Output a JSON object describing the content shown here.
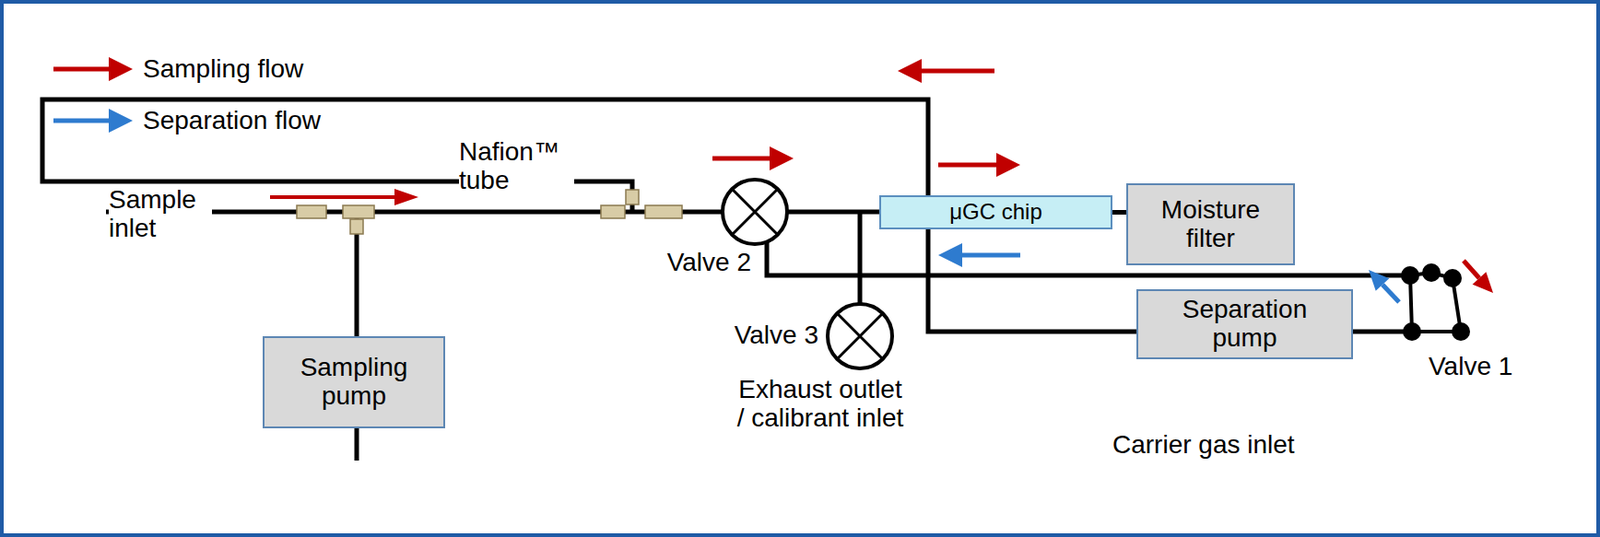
{
  "diagram": {
    "nodes": [
      {
        "text": [
          "μGC chip"
        ]
      },
      {
        "text": [
          "Moisture filter"
        ]
      },
      {
        "text": [
          "Separation pump"
        ]
      },
      {
        "text": [
          "Sampling pump"
        ]
      }
    ],
    "edges": [
      {
        "from": 0,
        "to": 1,
        "arrow": "none"
      }
    ],
    "labels": [
      "Sample inlet",
      "Nafion™ tube",
      "Valve 2",
      "Valve 3",
      "Exhaust outlet / calibrant inlet",
      "Valve 1",
      "Carrier gas inlet"
    ],
    "legend": [
      {
        "text": "Sampling flow"
      },
      {
        "text": "Separation flow"
      }
    ]
  }
}
